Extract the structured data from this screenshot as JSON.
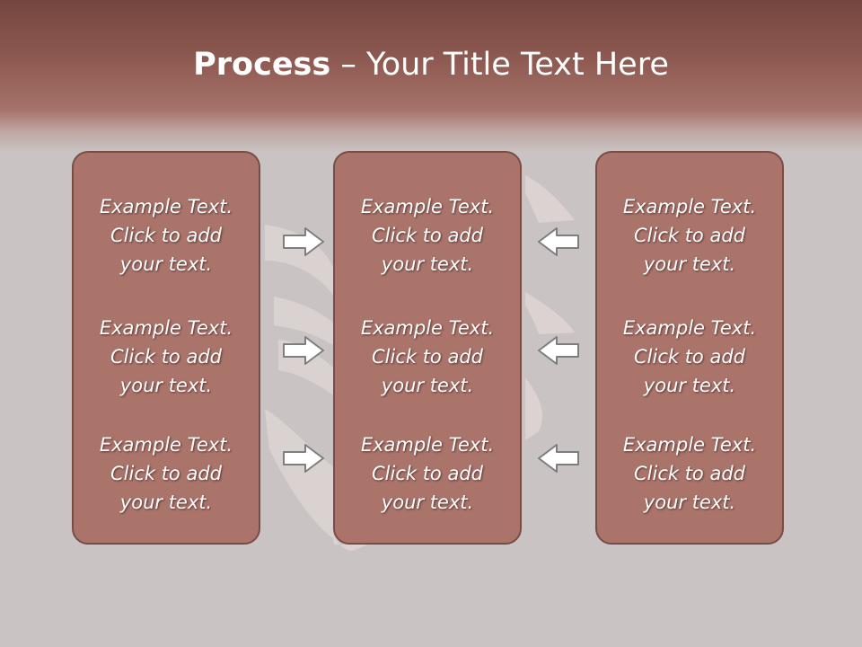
{
  "title": {
    "bold": "Process",
    "rest": " – Your Title Text Here"
  },
  "columns": [
    {
      "items": [
        "Example Text.\nClick  to add\nyour text.",
        "Example Text.\nClick  to add\nyour text.",
        "Example Text.\nClick  to add\nyour text."
      ]
    },
    {
      "items": [
        "Example Text.\nClick  to add\nyour text.",
        "Example Text.\nClick  to add\nyour text.",
        "Example Text.\nClick  to add\nyour text."
      ]
    },
    {
      "items": [
        "Example Text.\nClick  to add\nyour text.",
        "Example Text.\nClick  to add\nyour text.",
        "Example Text.\nClick  to add\nyour text."
      ]
    }
  ],
  "arrows": {
    "left": [
      "right-arrow-icon",
      "right-arrow-icon",
      "right-arrow-icon"
    ],
    "right": [
      "left-arrow-icon",
      "left-arrow-icon",
      "left-arrow-icon"
    ]
  },
  "colors": {
    "header": "#8e5a52",
    "box_fill": "#aa746b",
    "box_border": "#7a4c46",
    "background": "#c9c4c3",
    "text": "#ffffff"
  }
}
